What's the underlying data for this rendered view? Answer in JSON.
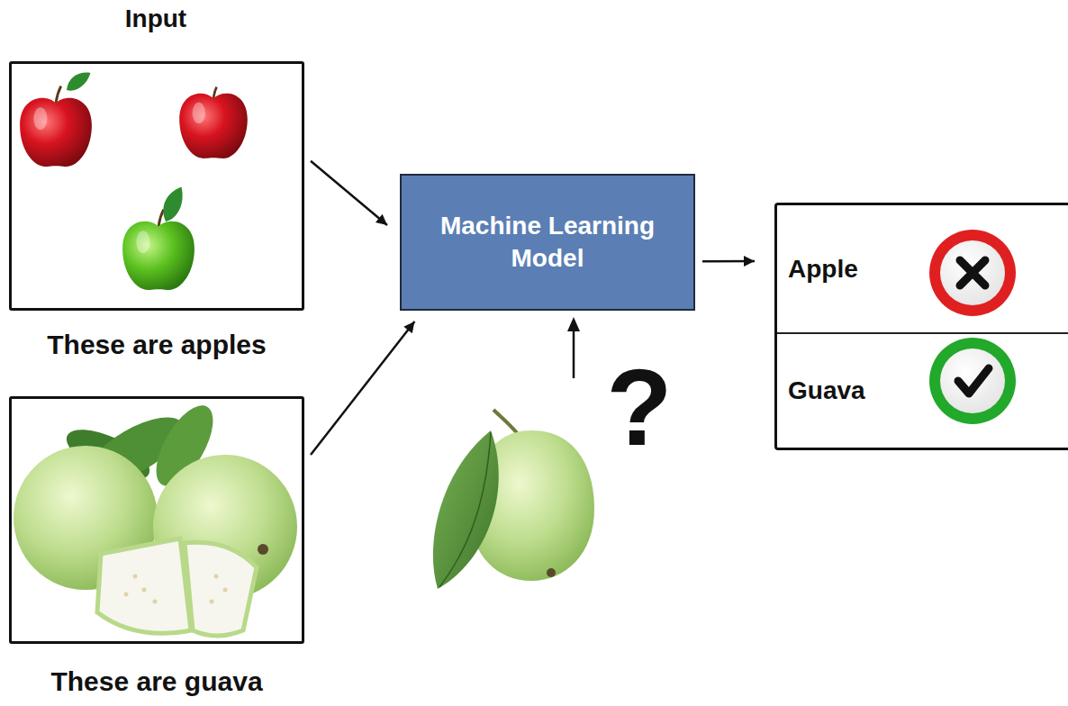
{
  "diagram": {
    "nodes": [
      {
        "text": [
          "These are apples"
        ]
      },
      {
        "text": [
          "These are guava"
        ]
      },
      {
        "text": [
          "Machine Learning Model"
        ]
      },
      {
        "text": [
          "Apple",
          "Guava"
        ]
      }
    ],
    "edges": [
      {
        "from": 0,
        "to": 2,
        "arrow": "to"
      },
      {
        "from": 1,
        "to": 2,
        "arrow": "to"
      },
      {
        "from": 2,
        "to": 3,
        "arrow": "to"
      }
    ],
    "labels": [
      "Input",
      "?"
    ]
  }
}
